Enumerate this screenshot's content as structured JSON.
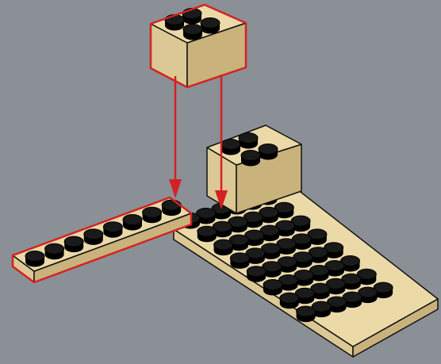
{
  "scene": {
    "background_color": "#8a9096",
    "brick_top_color": "#ebd9a8",
    "brick_side_light_color": "#dcc894",
    "brick_side_dark_color": "#c9b27c",
    "stud_top_color": "#141414",
    "stud_side_color": "#000000",
    "outline_color": "#111111",
    "highlight_color": "#d42222",
    "arrow_color": "#d42222"
  },
  "parts": [
    {
      "id": "baseplate",
      "description_icon": "lego-plate-6x8-icon",
      "studs_long": 8,
      "studs_wide": 6
    },
    {
      "id": "raised-brick",
      "description_icon": "lego-brick-2x2-icon",
      "studs_long": 2,
      "studs_wide": 2
    },
    {
      "id": "long-plate",
      "description_icon": "lego-plate-1x8-icon",
      "studs_long": 8,
      "studs_wide": 1,
      "highlighted": true
    },
    {
      "id": "falling-brick",
      "description_icon": "lego-brick-2x2-icon",
      "studs_long": 2,
      "studs_wide": 2,
      "highlighted": true
    }
  ],
  "arrows": [
    {
      "id": "arrow-left",
      "icon": "arrow-down-icon"
    },
    {
      "id": "arrow-right",
      "icon": "arrow-down-icon"
    }
  ]
}
